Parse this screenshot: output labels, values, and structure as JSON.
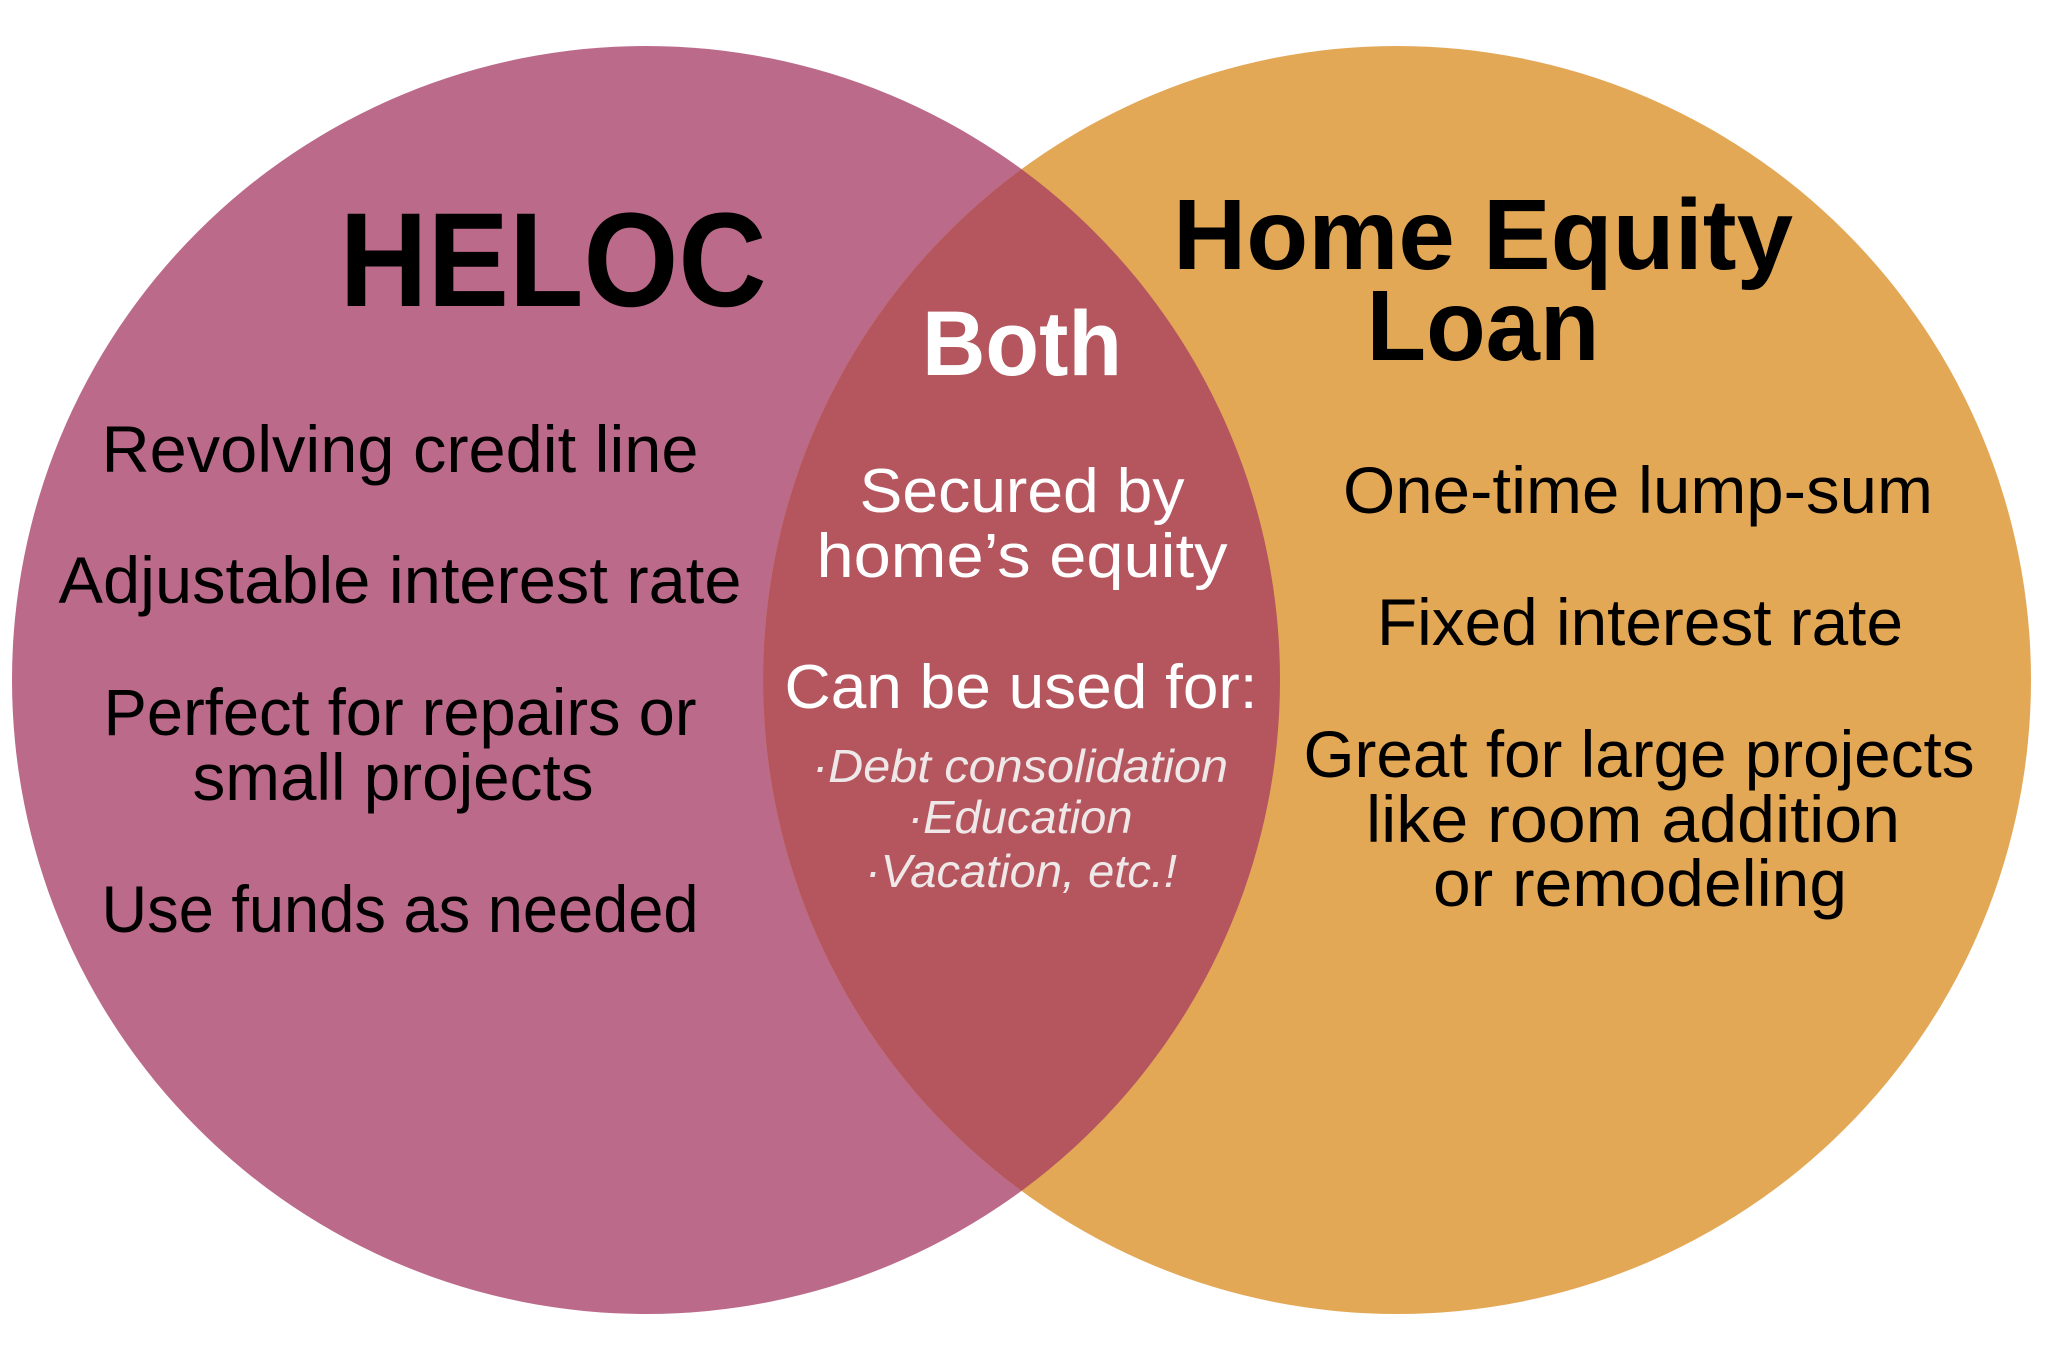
{
  "colors": {
    "heloc_circle": "#bb6a8a",
    "home_equity_circle": "#e3a856",
    "overlap": "#b5565f",
    "title_text": "#000000",
    "overlap_text": "#ffffff",
    "overlap_italic_text": "#efe8e8",
    "background": "#ffffff"
  },
  "left": {
    "title": "HELOC",
    "items": [
      [
        "Revolving credit line"
      ],
      [
        "Adjustable interest rate"
      ],
      [
        "Perfect for repairs or",
        "small projects"
      ],
      [
        "Use funds as needed"
      ]
    ]
  },
  "center": {
    "title": "Both",
    "secured": [
      "Secured by",
      "home’s equity"
    ],
    "uses_heading": "Can be used for:",
    "uses": [
      "·Debt consolidation",
      "·Education",
      "·Vacation, etc.!"
    ]
  },
  "right": {
    "title": [
      "Home Equity",
      "Loan"
    ],
    "items": [
      [
        "One-time lump-sum"
      ],
      [
        "Fixed interest rate"
      ],
      [
        "Great for large projects",
        "like room addition",
        "or remodeling"
      ]
    ]
  }
}
